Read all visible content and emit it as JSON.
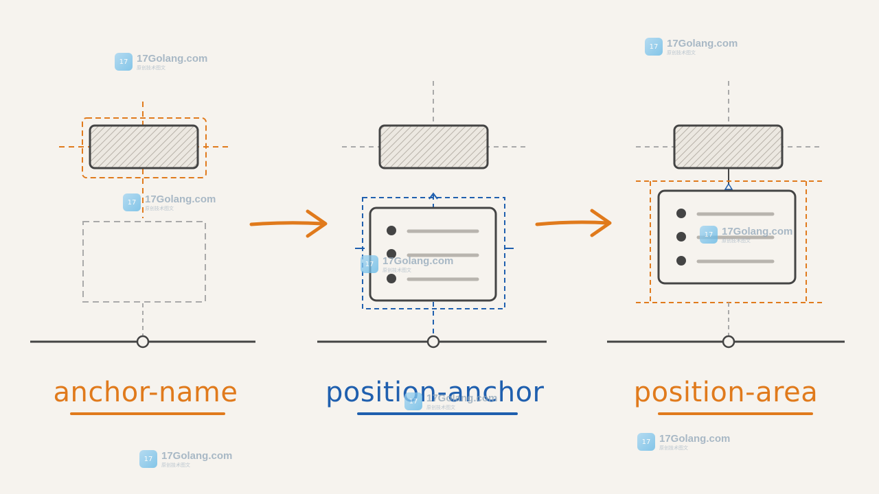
{
  "labels": {
    "anchor_name": "anchor-name",
    "position_anchor": "position-anchor",
    "position_area": "position-area"
  },
  "watermark": {
    "site": "17Golang.com",
    "subtitle": "原创技术图文"
  },
  "colors": {
    "background": "#f6f3ee",
    "orange": "#e07a1c",
    "blue": "#1f5fae",
    "ink": "#444444",
    "gray_dash": "#a9a9a9"
  }
}
